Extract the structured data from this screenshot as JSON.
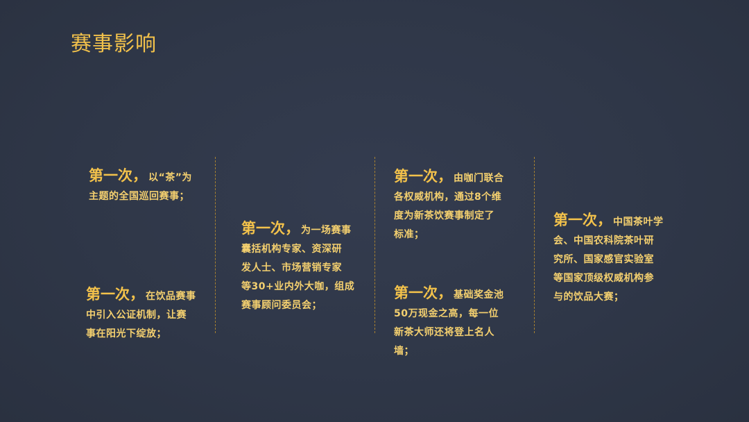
{
  "title": "赛事影响",
  "colors": {
    "background": "#2f3748",
    "accent": "#f3c24b",
    "divider": "#b58a2e"
  },
  "blocks": [
    {
      "lead": "第一次，",
      "lines": [
        "以“茶”为",
        "主题的全国巡回赛事；"
      ]
    },
    {
      "lead": "第一次，",
      "lines": [
        "在饮品赛事",
        "中引入公证机制，让赛",
        "事在阳光下绽放；"
      ]
    },
    {
      "lead": "第一次，",
      "lines": [
        "为一场赛事",
        "囊括机构专家、资深研",
        "发人士、市场营销专家",
        "等30+业内外大咖，组成",
        "赛事顾问委员会；"
      ]
    },
    {
      "lead": "第一次，",
      "lines": [
        "由咖门联合",
        "各权威机构，通过8个维",
        "度为新茶饮赛事制定了",
        "标准；"
      ]
    },
    {
      "lead": "第一次，",
      "lines": [
        "基础奖金池",
        "50万现金之高，每一位",
        "新茶大师还将登上名人",
        "墙；"
      ]
    },
    {
      "lead": "第一次，",
      "lines": [
        "中国茶叶学",
        "会、中国农科院茶叶研",
        "究所、国家感官实验室",
        "等国家顶级权威机构参",
        "与的饮品大赛；"
      ]
    }
  ]
}
